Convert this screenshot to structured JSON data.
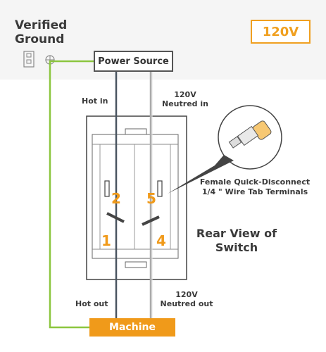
{
  "voltage_badge": "120V",
  "ground_label": "Verified Ground",
  "power_source": "Power Source",
  "hot_in": "Hot in",
  "neutral_in_v": "120V",
  "neutral_in": "Neutred in",
  "hot_out": "Hot out",
  "neutral_out_v": "120V",
  "neutral_out": "Neutred out",
  "machine": "Machine",
  "terminals": {
    "t1": "1",
    "t2": "2",
    "t4": "4",
    "t5": "5"
  },
  "rear_view": "Rear View of Switch",
  "callout_line1": "Female Quick-Disconnect",
  "callout_line2": "1/4 \" Wire  Tab Terminals",
  "colors": {
    "orange": "#f09a1a",
    "green": "#8cc63f",
    "wire": "#555555"
  }
}
